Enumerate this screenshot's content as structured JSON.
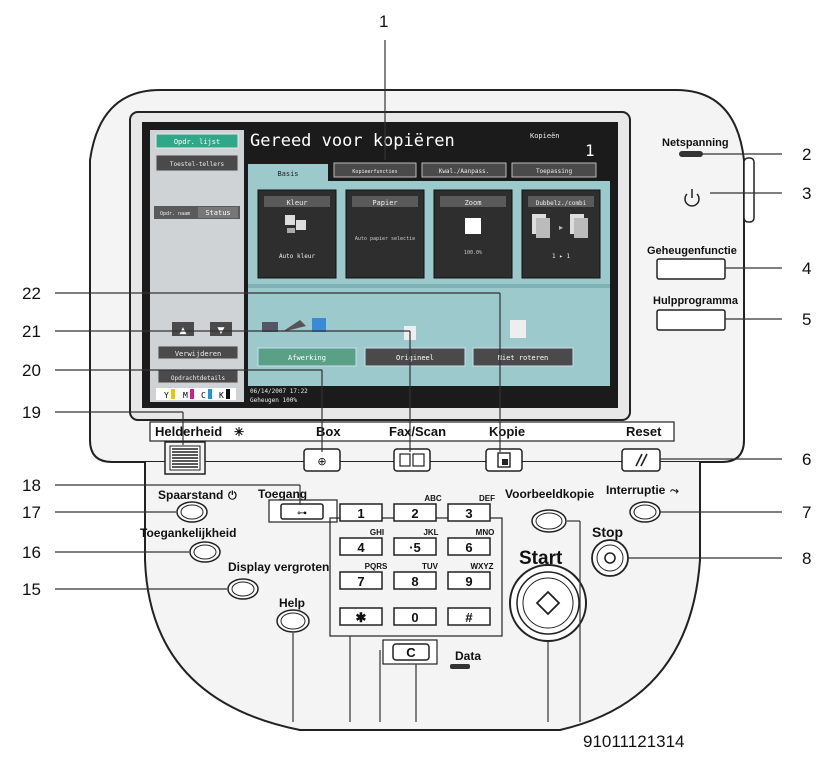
{
  "screen": {
    "left_buttons": [
      "Opdr. lijst",
      "Toestel-tellers",
      "Status"
    ],
    "job_label": "Opdr. naam",
    "title": "Gereed voor kopiëren",
    "copies_label": "Kopieën",
    "copies_value": "1",
    "tabs": [
      "Basis",
      "Kopieerfuncties",
      "Kwal./Aanpass.",
      "Toepassing"
    ],
    "tiles": [
      {
        "title": "Kleur",
        "value": "Auto kleur"
      },
      {
        "title": "Papier",
        "value": "Auto papier selectie"
      },
      {
        "title": "Zoom",
        "value": "100.0%"
      },
      {
        "title": "Dubbelz./combi",
        "value": "1 ▸ 1"
      }
    ],
    "bottom_buttons": [
      "Afwerking",
      "Origineel",
      "Niet roteren"
    ],
    "side_buttons": [
      "Verwijderen",
      "Opdrachtdetails"
    ],
    "toner_labels": [
      "Y",
      "M",
      "C",
      "K"
    ],
    "datetime": "06/14/2007  17:22",
    "memory": "Geheugen  100%"
  },
  "panel": {
    "netspanning": "Netspanning",
    "geheugenfunctie": "Geheugenfunctie",
    "hulpprogramma": "Hulpprogramma",
    "helderheid": "Helderheid",
    "box": "Box",
    "faxscan": "Fax/Scan",
    "kopie": "Kopie",
    "reset": "Reset",
    "spaarstand": "Spaarstand",
    "toegang": "Toegang",
    "toegankelijkheid": "Toegankelijkheid",
    "display_vergroten": "Display vergroten",
    "help": "Help",
    "voorbeeldkopie": "Voorbeeldkopie",
    "interruptie": "Interruptie",
    "stop": "Stop",
    "start": "Start",
    "clear": "C",
    "data": "Data"
  },
  "keypad": [
    {
      "key": "1",
      "sub": ""
    },
    {
      "key": "2",
      "sub": "ABC"
    },
    {
      "key": "3",
      "sub": "DEF"
    },
    {
      "key": "4",
      "sub": "GHI"
    },
    {
      "key": "·5",
      "sub": "JKL"
    },
    {
      "key": "6",
      "sub": "MNO"
    },
    {
      "key": "7",
      "sub": "PQRS"
    },
    {
      "key": "8",
      "sub": "TUV"
    },
    {
      "key": "9",
      "sub": "WXYZ"
    },
    {
      "key": "✱",
      "sub": ""
    },
    {
      "key": "0",
      "sub": ""
    },
    {
      "key": "#",
      "sub": ""
    }
  ],
  "callouts": {
    "top": "1",
    "right": [
      "2",
      "3",
      "4",
      "5",
      "6",
      "7",
      "8"
    ],
    "left": [
      "22",
      "21",
      "20",
      "19",
      "18",
      "17",
      "16",
      "15"
    ],
    "bottom": "91011121314"
  }
}
